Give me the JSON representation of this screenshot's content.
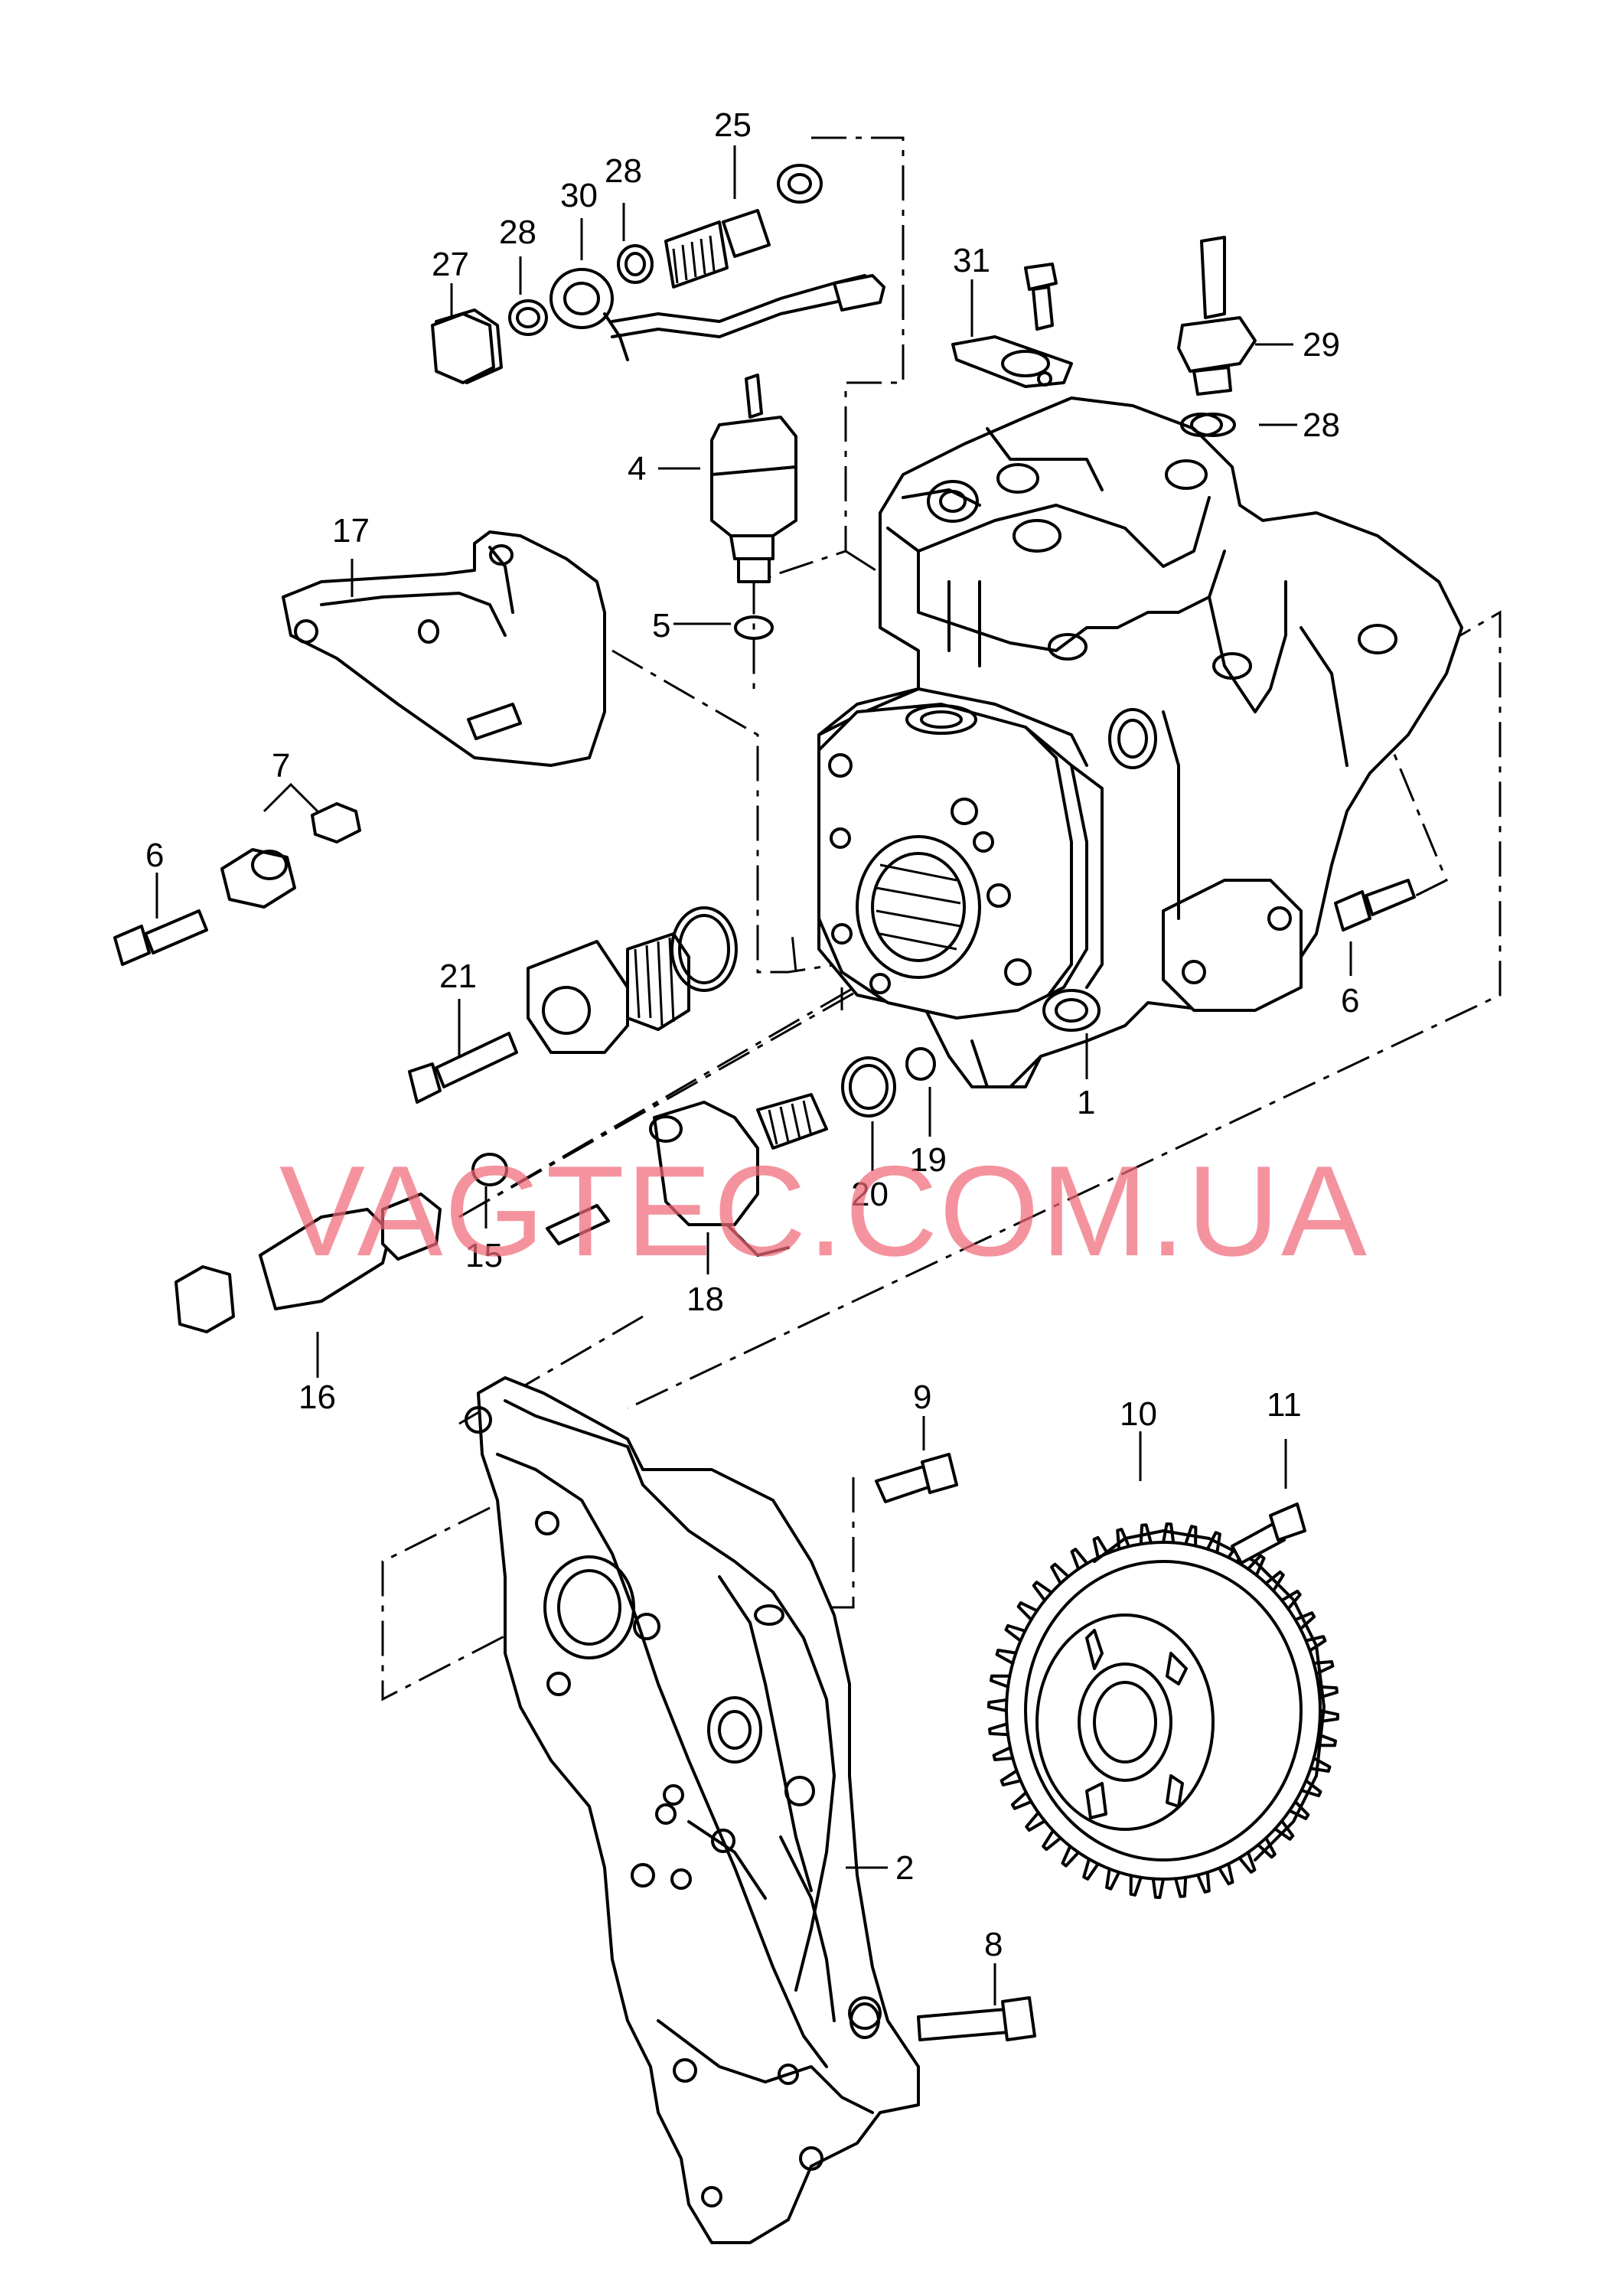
{
  "watermark": "VAGTEC.COM.UA",
  "callouts": {
    "c1": "1",
    "c2": "2",
    "c4": "4",
    "c5": "5",
    "c6a": "6",
    "c6b": "6",
    "c7": "7",
    "c8": "8",
    "c9": "9",
    "c10": "10",
    "c11": "11",
    "c15": "15",
    "c16": "16",
    "c17": "17",
    "c18": "18",
    "c19": "19",
    "c20": "20",
    "c21": "21",
    "c25": "25",
    "c27": "27",
    "c28a": "28",
    "c28b": "28",
    "c28c": "28",
    "c29": "29",
    "c30": "30",
    "c31": "31"
  },
  "colors": {
    "line": "#000000",
    "watermark": "#f06a78",
    "background": "#ffffff"
  }
}
